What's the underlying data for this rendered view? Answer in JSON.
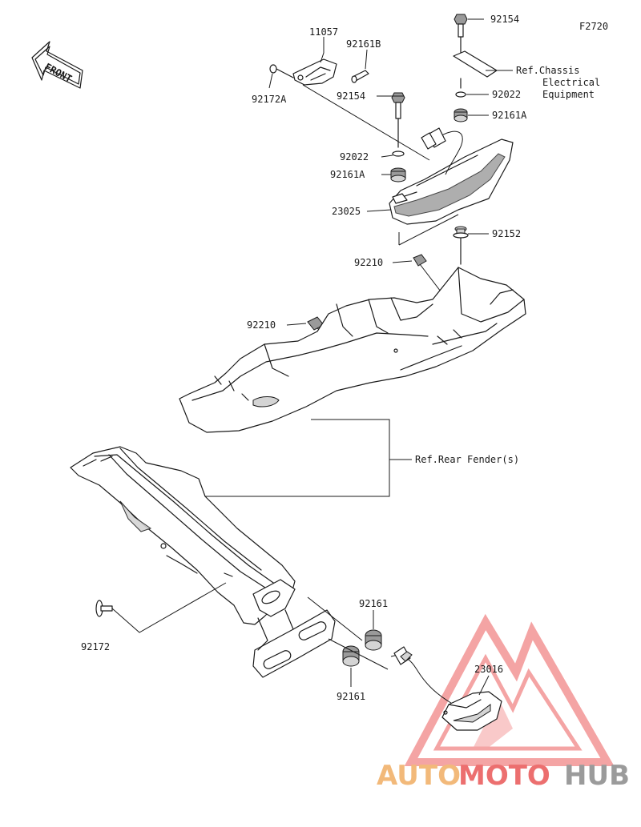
{
  "figure_code": "F2720",
  "front_label": "FRONT",
  "labels": {
    "p11057": "11057",
    "p92161B": "92161B",
    "p92172A": "92172A",
    "p92154_top": "92154",
    "p92154_mid": "92154",
    "ref_chassis_1": "Ref.Chassis",
    "ref_chassis_2": "Electrical",
    "ref_chassis_3": "Equipment",
    "p92022_right": "92022",
    "p92161A_right": "92161A",
    "p92022_left": "92022",
    "p92161A_left": "92161A",
    "p23025": "23025",
    "p92152": "92152",
    "p92210_top": "92210",
    "p92210_left": "92210",
    "ref_rear_fender": "Ref.Rear Fender(s)",
    "p92172": "92172",
    "p92161_upper": "92161",
    "p92161_lower": "92161",
    "p23016": "23016"
  },
  "watermark": {
    "auto": "AUTO",
    "moto": "MOTO",
    "hub": "HUB",
    "color_auto": "#f2b97a",
    "color_moto": "#ec6f6f",
    "color_hub": "#9b9b9b"
  },
  "icons": {
    "front_arrow": "front-arrow-icon",
    "logo": "automotohub-triangle-logo"
  }
}
